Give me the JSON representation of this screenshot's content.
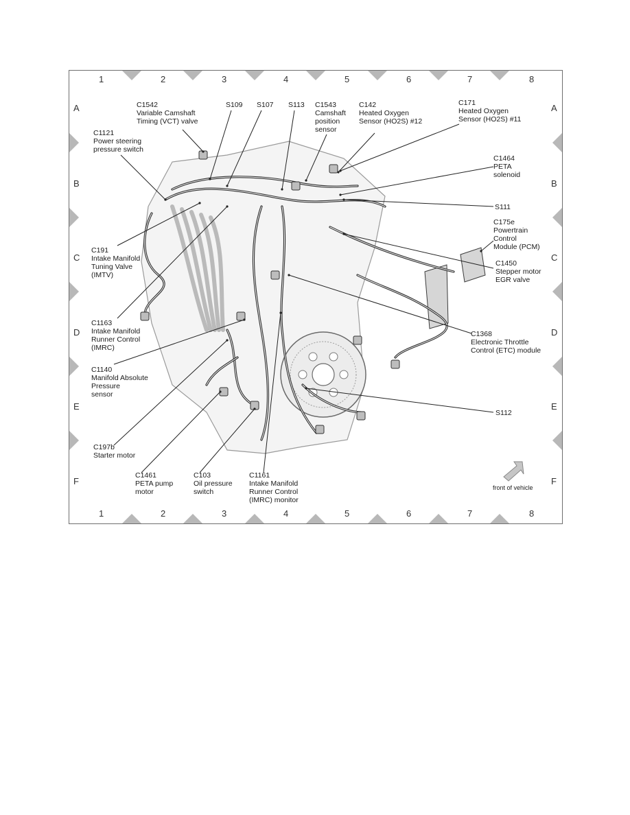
{
  "columns": [
    "1",
    "2",
    "3",
    "4",
    "5",
    "6",
    "7",
    "8"
  ],
  "rows": [
    "A",
    "B",
    "C",
    "D",
    "E",
    "F"
  ],
  "callouts": [
    {
      "id": "c1542",
      "lines": [
        "C1542",
        "Variable Camshaft",
        "Timing (VCT) valve"
      ]
    },
    {
      "id": "s109",
      "lines": [
        "S109"
      ]
    },
    {
      "id": "s107",
      "lines": [
        "S107"
      ]
    },
    {
      "id": "s113",
      "lines": [
        "S113"
      ]
    },
    {
      "id": "c1543",
      "lines": [
        "C1543",
        "Camshaft",
        "position",
        "sensor"
      ]
    },
    {
      "id": "c142",
      "lines": [
        "C142",
        "Heated Oxygen",
        "Sensor (HO2S) #12"
      ]
    },
    {
      "id": "c171",
      "lines": [
        "C171",
        "Heated Oxygen",
        "Sensor (HO2S) #11"
      ]
    },
    {
      "id": "c1121",
      "lines": [
        "C1121",
        "Power steering",
        "pressure switch"
      ]
    },
    {
      "id": "c1464",
      "lines": [
        "C1464",
        "PETA",
        "solenoid"
      ]
    },
    {
      "id": "s111",
      "lines": [
        "S111"
      ]
    },
    {
      "id": "c175e",
      "lines": [
        "C175e",
        "Powertrain",
        "Control",
        "Module (PCM)"
      ]
    },
    {
      "id": "c191",
      "lines": [
        "C191",
        "Intake Manifold",
        "Tuning Valve",
        "(IMTV)"
      ]
    },
    {
      "id": "c1450",
      "lines": [
        "C1450",
        "Stepper motor",
        "EGR valve"
      ]
    },
    {
      "id": "c1163",
      "lines": [
        "C1163",
        "Intake Manifold",
        "Runner Control",
        "(IMRC)"
      ]
    },
    {
      "id": "c1368",
      "lines": [
        "C1368",
        "Electronic Throttle",
        "Control (ETC) module"
      ]
    },
    {
      "id": "c1140",
      "lines": [
        "C1140",
        "Manifold Absolute",
        "Pressure",
        "sensor"
      ]
    },
    {
      "id": "s112",
      "lines": [
        "S112"
      ]
    },
    {
      "id": "c197b",
      "lines": [
        "C197b",
        "Starter motor"
      ]
    },
    {
      "id": "c1461",
      "lines": [
        "C1461",
        "PETA pump",
        "motor"
      ]
    },
    {
      "id": "c103",
      "lines": [
        "C103",
        "Oil pressure",
        "switch"
      ]
    },
    {
      "id": "c1161",
      "lines": [
        "C1161",
        "Intake Manifold",
        "Runner Control",
        "(IMRC) monitor"
      ]
    }
  ],
  "front_label": "front of vehicle"
}
